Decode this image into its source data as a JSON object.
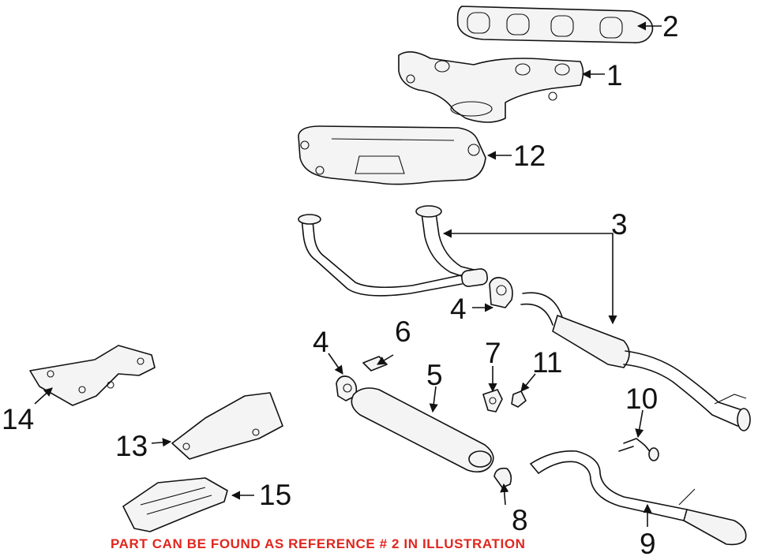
{
  "callouts": {
    "c1": "1",
    "c2": "2",
    "c3": "3",
    "c4a": "4",
    "c4b": "4",
    "c5": "5",
    "c6": "6",
    "c7": "7",
    "c8": "8",
    "c9": "9",
    "c10": "10",
    "c11": "11",
    "c12": "12",
    "c13": "13",
    "c14": "14",
    "c15": "15"
  },
  "notice": "PART CAN BE FOUND AS REFERENCE # 2 IN ILLUSTRATION",
  "colors": {
    "notice": "#e0261e",
    "lines": "#111111"
  }
}
